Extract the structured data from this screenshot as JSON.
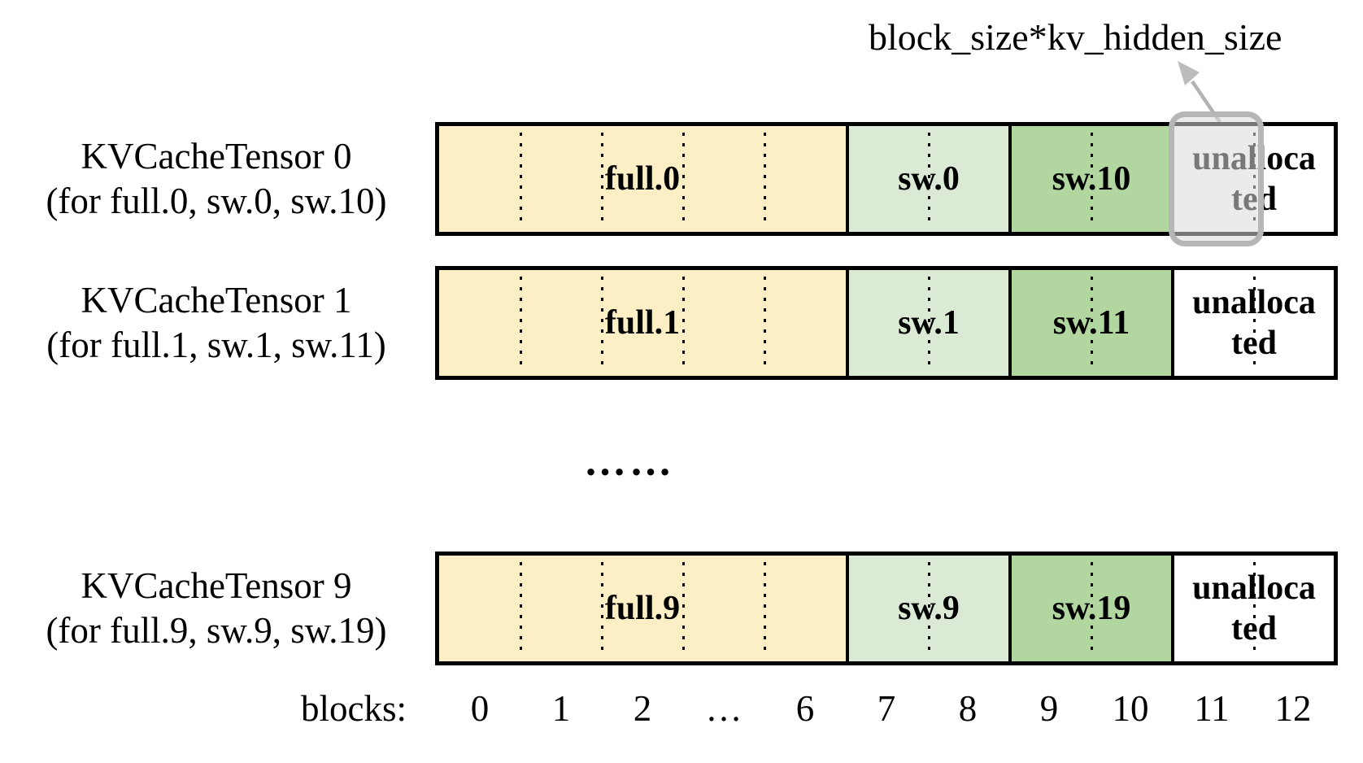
{
  "annotation": {
    "label": "block_size*kv_hidden_size"
  },
  "rows": [
    {
      "title": "KVCacheTensor 0",
      "subtitle": "(for full.0, sw.0, sw.10)",
      "segments": [
        {
          "label": "full.0",
          "color": "#FCEFC6"
        },
        {
          "label": "sw.0",
          "color": "#DBEAD5"
        },
        {
          "label": "sw.10",
          "color": "#B1D6A0"
        },
        {
          "label": "unalloca\nted",
          "color": "#FFFFFF"
        }
      ]
    },
    {
      "title": "KVCacheTensor 1",
      "subtitle": "(for full.1, sw.1, sw.11)",
      "segments": [
        {
          "label": "full.1",
          "color": "#FCEFC6"
        },
        {
          "label": "sw.1",
          "color": "#DBEAD5"
        },
        {
          "label": "sw.11",
          "color": "#B1D6A0"
        },
        {
          "label": "unalloca\nted",
          "color": "#FFFFFF"
        }
      ]
    },
    {
      "title": "KVCacheTensor 9",
      "subtitle": "(for full.9, sw.9, sw.19)",
      "segments": [
        {
          "label": "full.9",
          "color": "#FCEFC6"
        },
        {
          "label": "sw.9",
          "color": "#DBEAD5"
        },
        {
          "label": "sw.19",
          "color": "#B1D6A0"
        },
        {
          "label": "unalloca\nted",
          "color": "#FFFFFF"
        }
      ]
    }
  ],
  "ellipsis": "……",
  "axis": {
    "label": "blocks:",
    "ticks": [
      "0",
      "1",
      "2",
      "…",
      "6",
      "7",
      "8",
      "9",
      "10",
      "11",
      "12"
    ]
  },
  "colors": {
    "full": "#FCEFC6",
    "sw_low": "#DBEAD5",
    "sw_high": "#B1D6A0",
    "unallocated": "#FFFFFF",
    "bar_border": "#000000",
    "highlight_border": "#B6B6B6",
    "highlight_fill": "rgba(219,219,219,0.55)",
    "arrow": "#B8B8B8"
  }
}
